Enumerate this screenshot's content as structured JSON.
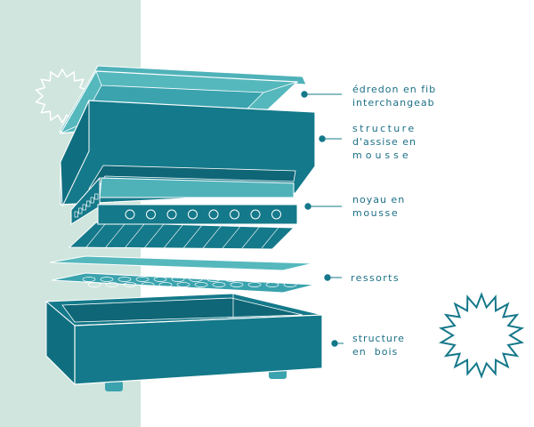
{
  "colors": {
    "panel": "#cfe5de",
    "teal": "#14798a",
    "teal_light": "#3aa3ae",
    "teal_dark": "#0f6676",
    "line": "#ffffff",
    "text": "#1d6f86",
    "dot": "#15788a"
  },
  "labels": [
    {
      "id": "edredon",
      "lines": [
        "édredon en fib",
        "interchangeab"
      ]
    },
    {
      "id": "structure-assise",
      "lines": [
        "structure",
        "d'assise en",
        "mousse"
      ]
    },
    {
      "id": "noyau",
      "lines": [
        "noyau en",
        "mousse"
      ]
    },
    {
      "id": "ressorts",
      "lines": [
        "ressorts"
      ]
    },
    {
      "id": "structure-bois",
      "lines": [
        "structure",
        "en  bois"
      ]
    }
  ],
  "decorations": {
    "left_star": "outline-star-icon",
    "right_star": "outline-star-icon"
  }
}
